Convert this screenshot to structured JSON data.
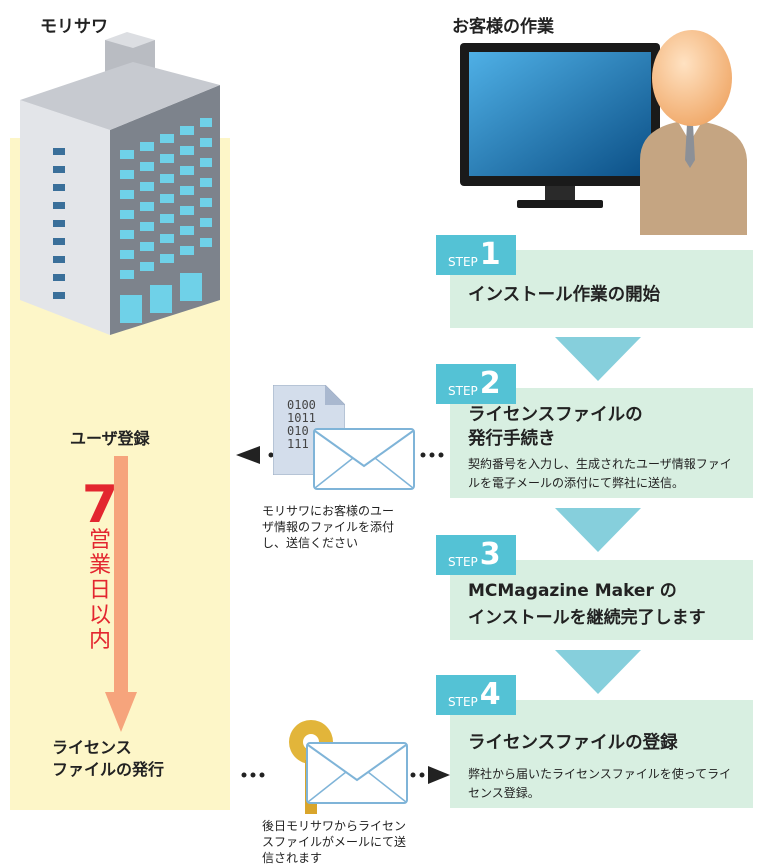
{
  "headers": {
    "morisawa": "モリサワ",
    "customer": "お客様の作業"
  },
  "steps": [
    {
      "word": "STEP",
      "num": "1",
      "title": "インストール作業の開始",
      "desc": ""
    },
    {
      "word": "STEP",
      "num": "2",
      "title": "ライセンスファイルの\n発行手続き",
      "desc": "契約番号を入力し、生成されたユーザ情報ファイルを電子メールの添付にて弊社に送信。"
    },
    {
      "word": "STEP",
      "num": "3",
      "title": "MCMagazine Maker の\nインストールを継続完了します",
      "desc": ""
    },
    {
      "word": "STEP",
      "num": "4",
      "title": "ライセンスファイルの登録",
      "desc": "弊社から届いたライセンスファイルを使ってライセンス登録。"
    }
  ],
  "left": {
    "user_reg": "ユーザ登録",
    "days_num": "7",
    "days_text": [
      "営",
      "業",
      "日",
      "以",
      "内"
    ],
    "license_issue": "ライセンス\nファイルの発行"
  },
  "notes": {
    "send_user_info": "モリサワにお客様のユー\nザ情報のファイルを添付\nし、送信ください",
    "receive_license": "後日モリサワからライセン\nスファイルがメールにて送\n信されます"
  },
  "file_icon_binary": [
    "0100",
    "1011",
    "010",
    "111"
  ],
  "colors": {
    "step_tab": "#54c2d5",
    "step_box": "#d8efe1",
    "accent_red": "#e3262f",
    "arrow_orange": "#f6a47c",
    "yellow_column": "#fdf6c8"
  }
}
